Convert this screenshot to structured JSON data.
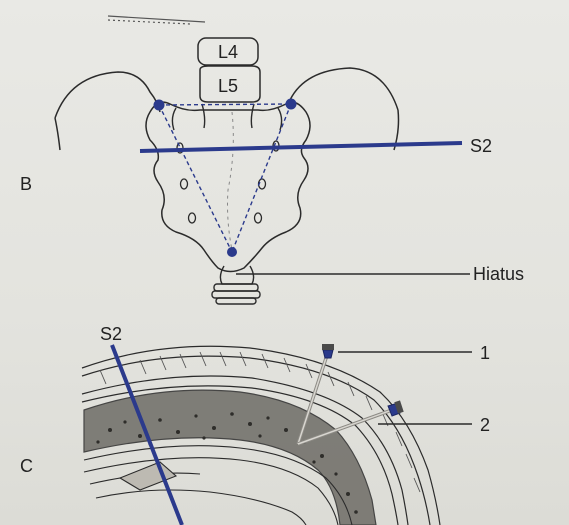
{
  "panel_b": {
    "panel_label": "B",
    "vertebra_labels": [
      "L4",
      "L5"
    ],
    "level_label": "S2",
    "hiatus_label": "Hiatus"
  },
  "panel_c": {
    "panel_label": "C",
    "level_label": "S2",
    "needle_labels": [
      "1",
      "2"
    ]
  },
  "colors": {
    "background": "#e6e6e2",
    "line_ink": "#2b2b2b",
    "marker_blue": "#2b3a8c"
  }
}
